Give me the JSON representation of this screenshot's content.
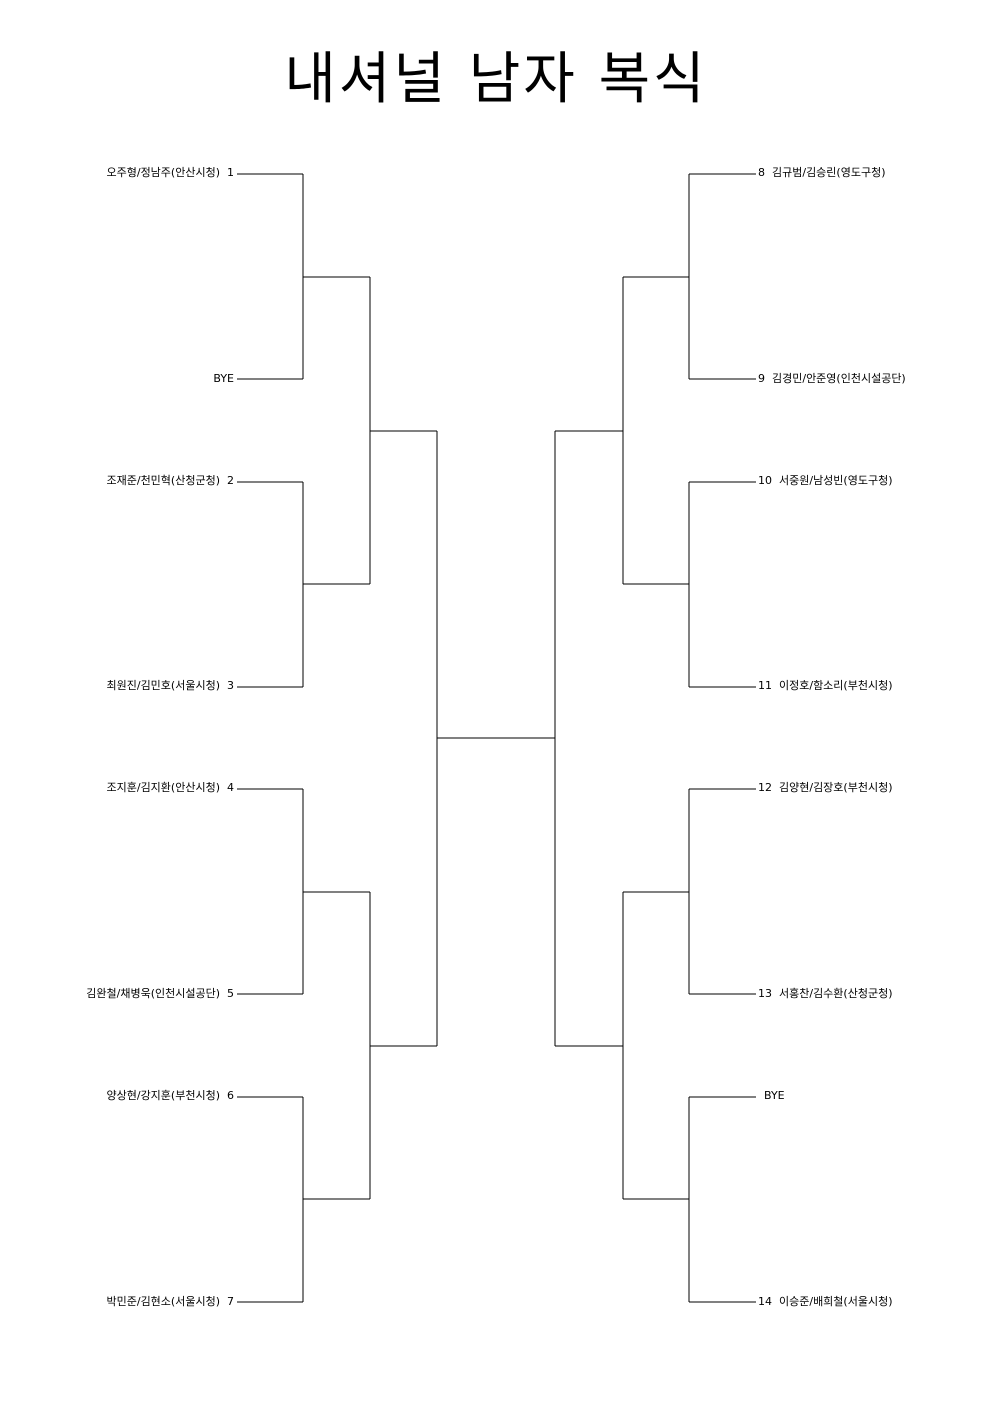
{
  "title": "내셔널 남자 복식",
  "left": [
    {
      "name": "오주형/정남주(안산시청)",
      "seed": "1"
    },
    {
      "name": "BYE",
      "seed": ""
    },
    {
      "name": "조재준/천민혁(산청군청)",
      "seed": "2"
    },
    {
      "name": "최원진/김민호(서울시청)",
      "seed": "3"
    },
    {
      "name": "조지훈/김지환(안산시청)",
      "seed": "4"
    },
    {
      "name": "김완철/채병욱(인천시설공단)",
      "seed": "5"
    },
    {
      "name": "양상현/강지훈(부천시청)",
      "seed": "6"
    },
    {
      "name": "박민준/김현소(서울시청)",
      "seed": "7"
    }
  ],
  "right": [
    {
      "seed": "8",
      "name": "김규범/김승린(영도구청)"
    },
    {
      "seed": "9",
      "name": "김경민/안준영(인천시설공단)"
    },
    {
      "seed": "10",
      "name": "서중원/남성빈(영도구청)"
    },
    {
      "seed": "11",
      "name": "이정호/함소리(부천시청)"
    },
    {
      "seed": "12",
      "name": "김양현/김장호(부천시청)"
    },
    {
      "seed": "13",
      "name": "서홍찬/김수환(산청군청)"
    },
    {
      "seed": "",
      "name": "BYE"
    },
    {
      "seed": "14",
      "name": "이승준/배희철(서울시청)"
    }
  ]
}
